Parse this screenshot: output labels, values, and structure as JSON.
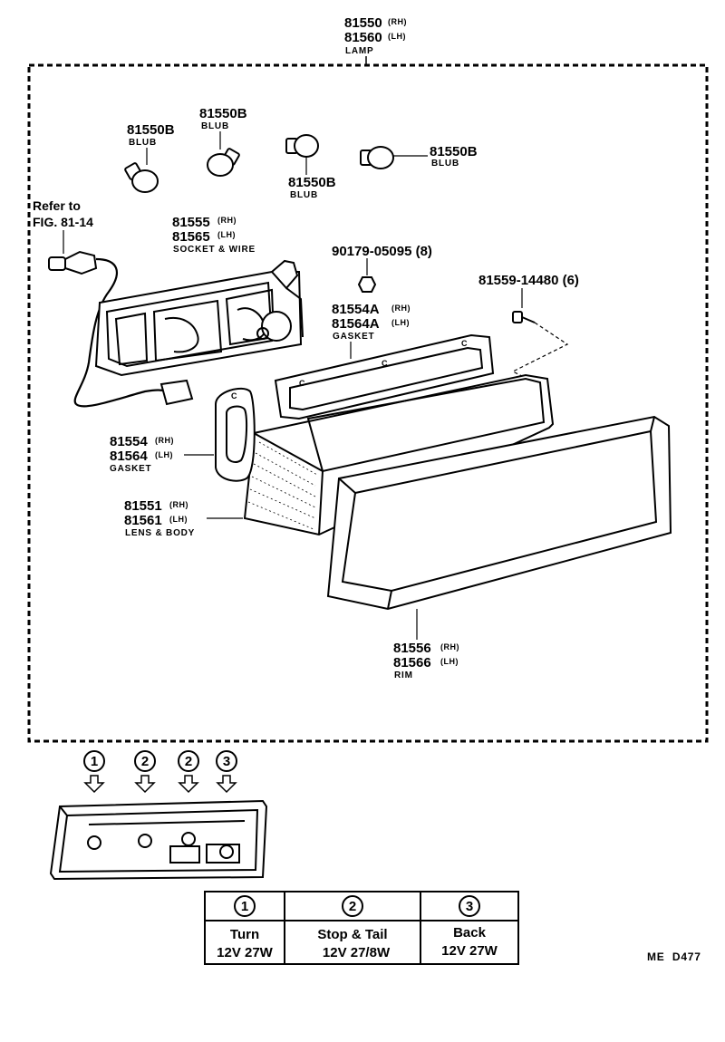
{
  "lamp": {
    "pn_rh": "81550",
    "suf_rh": "(RH)",
    "pn_lh": "81560",
    "suf_lh": "(LH)",
    "name": "LAMP"
  },
  "bulbs": [
    {
      "pn": "81550B",
      "name": "BLUB"
    },
    {
      "pn": "81550B",
      "name": "BLUB"
    },
    {
      "pn": "81550B",
      "name": "BLUB"
    },
    {
      "pn": "81550B",
      "name": "BLUB"
    }
  ],
  "refer": {
    "line1": "Refer to",
    "line2": "FIG. 81-14"
  },
  "socket": {
    "pn_rh": "81555",
    "suf_rh": "(RH)",
    "pn_lh": "81565",
    "suf_lh": "(LH)",
    "name": "SOCKET & WIRE"
  },
  "nut": {
    "label": "90179-05095 (8)"
  },
  "screw": {
    "label": "81559-14480 (6)"
  },
  "gasket_a": {
    "pn_rh": "81554A",
    "suf_rh": "(RH)",
    "pn_lh": "81564A",
    "suf_lh": "(LH)",
    "name": "GASKET"
  },
  "gasket": {
    "pn_rh": "81554",
    "suf_rh": "(RH)",
    "pn_lh": "81564",
    "suf_lh": "(LH)",
    "name": "GASKET"
  },
  "lens": {
    "pn_rh": "81551",
    "suf_rh": "(RH)",
    "pn_lh": "81561",
    "suf_lh": "(LH)",
    "name": "LENS & BODY"
  },
  "rim": {
    "pn_rh": "81556",
    "suf_rh": "(RH)",
    "pn_lh": "81566",
    "suf_lh": "(LH)",
    "name": "RIM"
  },
  "clip_mark": "C",
  "position_markers": [
    "1",
    "2",
    "2",
    "3"
  ],
  "bulb_table": {
    "columns": [
      {
        "num": "1",
        "function": "Turn",
        "spec": "12V 27W"
      },
      {
        "num": "2",
        "function": "Stop & Tail",
        "spec": "12V 27/8W"
      },
      {
        "num": "3",
        "function": "Back",
        "spec": "12V 27W"
      }
    ]
  },
  "figure_code": "ME  D477"
}
